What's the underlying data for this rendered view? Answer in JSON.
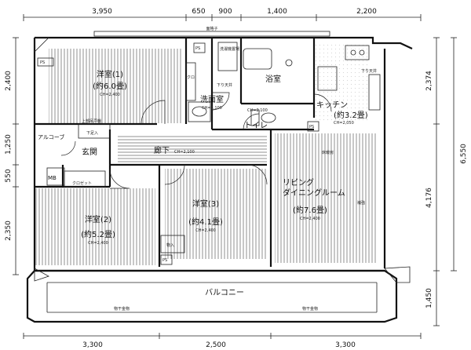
{
  "dimensions": {
    "top": [
      "3,950",
      "650",
      "900",
      "1,400",
      "2,200"
    ],
    "bottom": [
      "3,300",
      "2,500",
      "3,300"
    ],
    "left": [
      "2,400",
      "1,250",
      "550",
      "2,350"
    ],
    "right": [
      "2,374",
      "6,550",
      "4,176",
      "1,450"
    ]
  },
  "rooms": {
    "western1_name": "洋室(1)",
    "western1_size": "(約6.0畳)",
    "western1_ch": "CH=2,400",
    "western2_name": "洋室(2)",
    "western2_size": "(約5.2畳)",
    "western2_ch": "CH=2,400",
    "western3_name": "洋室(3)",
    "western3_size": "(約4.1畳)",
    "western3_ch": "CH=2,400",
    "living_name1": "リビング",
    "living_name2": "ダイニングルーム",
    "living_size": "(約7.6畳)",
    "living_ch": "CH=2,400",
    "kitchen_name": "キッチン",
    "kitchen_size": "(約3.2畳)",
    "kitchen_ch": "CH=2,050",
    "washroom_name": "洗面室",
    "washroom_ch": "CH=2,100",
    "bathroom_name": "浴室",
    "toilet_name": "トイレ",
    "toilet_ch": "CH=2,100",
    "entrance_name": "玄関",
    "hallway_name": "廊下",
    "hallway_ch": "CH=2,100",
    "alcove": "アルコーブ",
    "balcony": "バルコニー"
  },
  "labels": {
    "mb": "MB",
    "ps": "PS",
    "closet": "クロゼット",
    "closet_short": "クロ",
    "railing": "面格子",
    "laundry_pan": "洗濯機置場",
    "rail_hanging": "物干金物",
    "storage": "物入",
    "shoe_box": "下足入",
    "upper_closet": "上部吊戸棚",
    "ceiling": "下り天井",
    "floor_heating": "床暖房",
    "reinforced": "補強"
  }
}
